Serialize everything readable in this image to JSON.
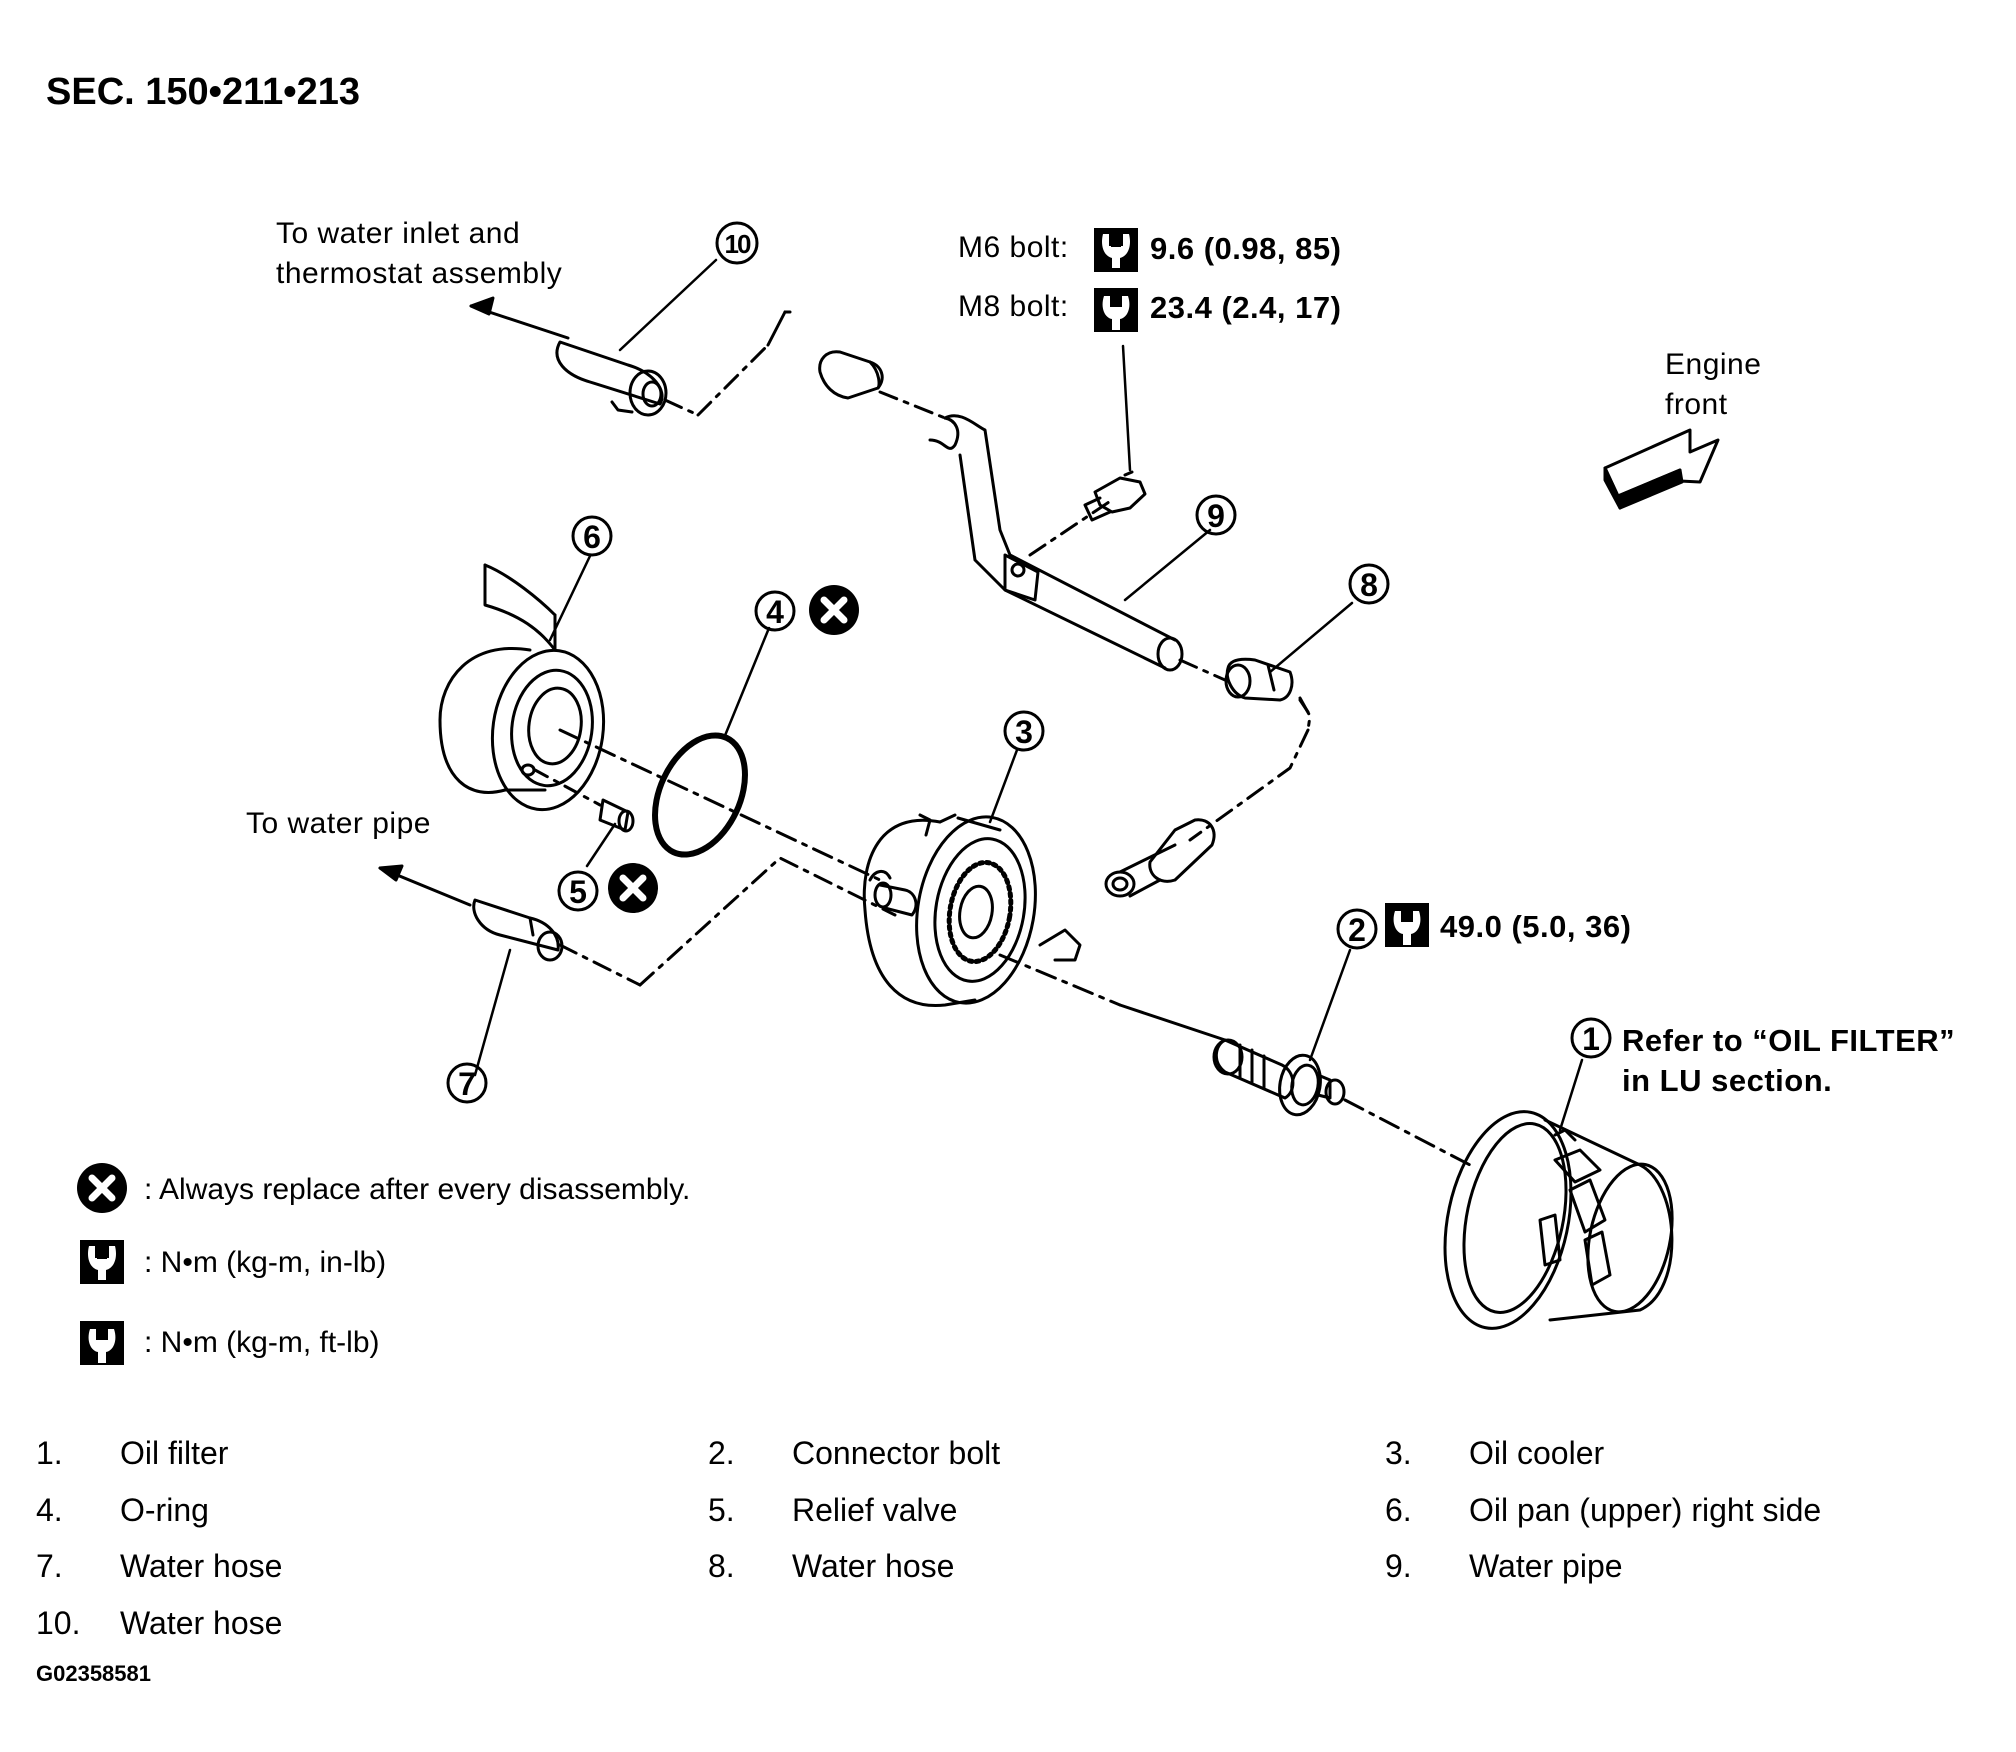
{
  "section": "SEC. 150•211•213",
  "notes": {
    "to_water_inlet_line1": "To water inlet and",
    "to_water_inlet_line2": "thermostat assembly",
    "to_water_pipe": "To water pipe",
    "engine_front_line1": "Engine",
    "engine_front_line2": "front",
    "refer_line1": "Refer to  “OIL FILTER”",
    "refer_line2": "in LU section."
  },
  "torque": {
    "m6_label": "M6 bolt:",
    "m6_value": "9.6 (0.98, 85)",
    "m8_label": "M8 bolt:",
    "m8_value": "23.4 (2.4, 17)",
    "connector_value": "49.0 (5.0, 36)"
  },
  "callouts": [
    "1",
    "2",
    "3",
    "4",
    "5",
    "6",
    "7",
    "8",
    "9",
    "10"
  ],
  "legend": {
    "replace": ": Always replace after every disassembly.",
    "nm_inlb": ":  N•m  (kg-m,  in-lb)",
    "nm_ftlb": ":  N•m  (kg-m,  ft-lb)"
  },
  "parts": [
    {
      "num": "1.",
      "name": "Oil filter"
    },
    {
      "num": "2.",
      "name": "Connector bolt"
    },
    {
      "num": "3.",
      "name": "Oil cooler"
    },
    {
      "num": "4.",
      "name": "O-ring"
    },
    {
      "num": "5.",
      "name": "Relief valve"
    },
    {
      "num": "6.",
      "name": "Oil pan (upper) right side"
    },
    {
      "num": "7.",
      "name": "Water hose"
    },
    {
      "num": "8.",
      "name": "Water hose"
    },
    {
      "num": "9.",
      "name": "Water pipe"
    },
    {
      "num": "10.",
      "name": "Water hose"
    }
  ],
  "figure_id": "G02358581"
}
